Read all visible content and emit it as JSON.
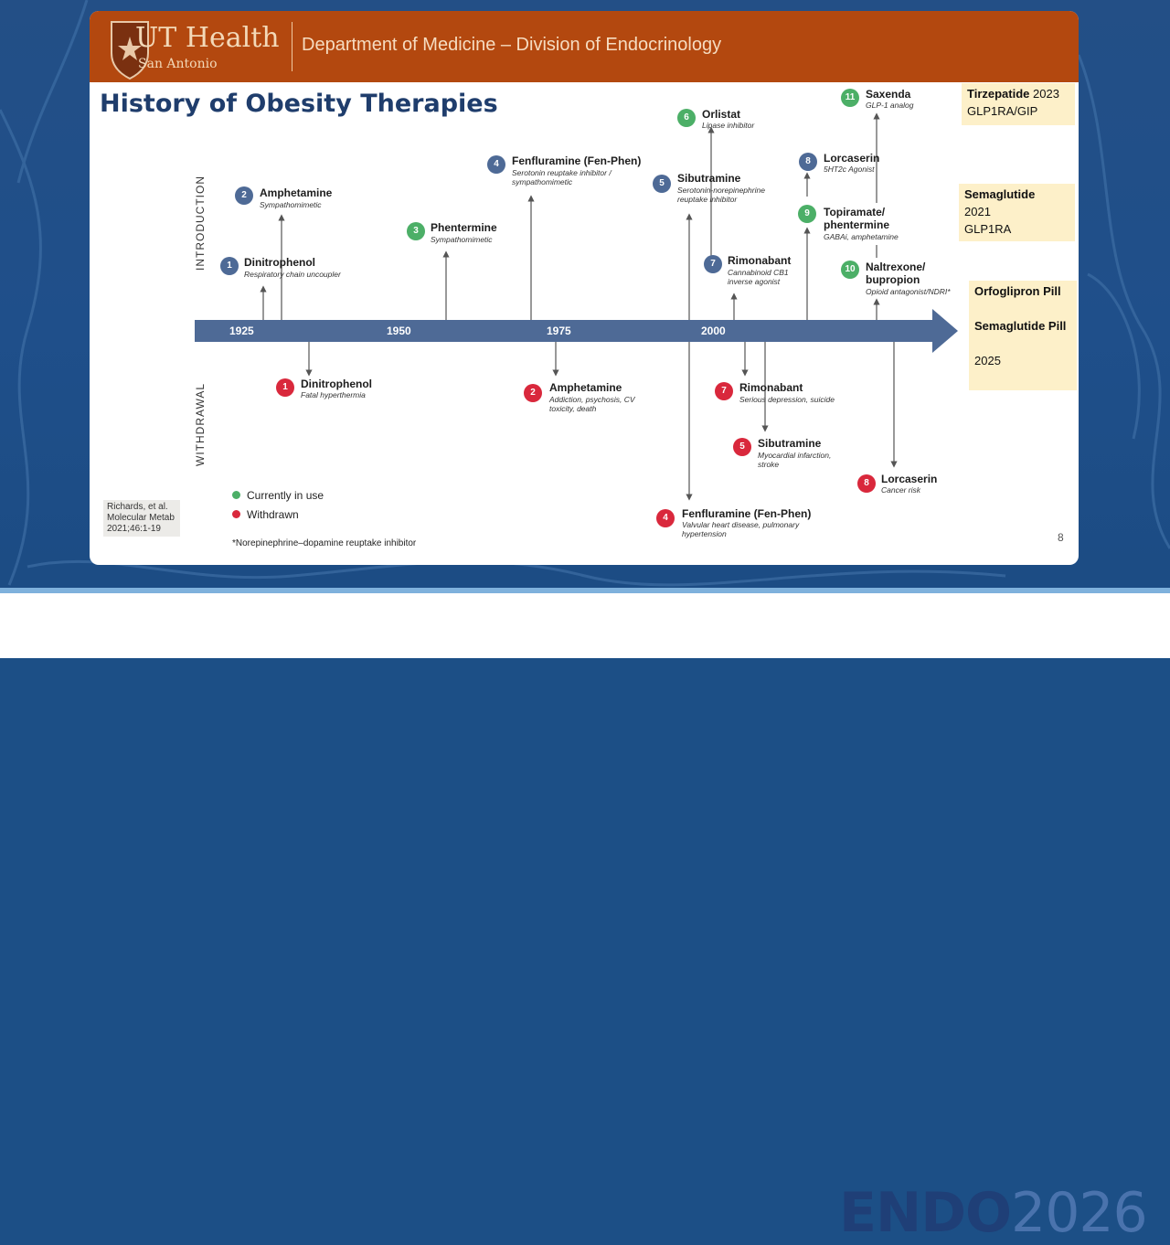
{
  "header": {
    "logo_title": "UT Health",
    "logo_sub": "San Antonio",
    "department": "Department of Medicine – Division of Endocrinology"
  },
  "slide_title": "History of Obesity Therapies",
  "axis": {
    "introduction_label": "INTRODUCTION",
    "withdrawal_label": "WITHDRAWAL",
    "years": [
      "1925",
      "1950",
      "1975",
      "2000"
    ]
  },
  "introductions": [
    {
      "num": "1",
      "name": "Dinitrophenol",
      "desc": "Respiratory chain uncoupler",
      "status": "withdrawn"
    },
    {
      "num": "2",
      "name": "Amphetamine",
      "desc": "Sympathomimetic",
      "status": "withdrawn"
    },
    {
      "num": "3",
      "name": "Phentermine",
      "desc": "Sympathomimetic",
      "status": "in-use"
    },
    {
      "num": "4",
      "name": "Fenfluramine (Fen-Phen)",
      "desc": "Serotonin reuptake inhibitor / sympathomimetic",
      "status": "withdrawn"
    },
    {
      "num": "5",
      "name": "Sibutramine",
      "desc": "Serotonin-norepinephrine reuptake inhibitor",
      "status": "withdrawn"
    },
    {
      "num": "6",
      "name": "Orlistat",
      "desc": "Lipase inhibitor",
      "status": "in-use"
    },
    {
      "num": "7",
      "name": "Rimonabant",
      "desc": "Cannabinoid CB1 inverse agonist",
      "status": "withdrawn"
    },
    {
      "num": "8",
      "name": "Lorcaserin",
      "desc": "5HT2c Agonist",
      "status": "withdrawn"
    },
    {
      "num": "9",
      "name": "Topiramate/ phentermine",
      "desc": "GABAi, amphetamine",
      "status": "in-use"
    },
    {
      "num": "10",
      "name": "Naltrexone/ bupropion",
      "desc": "Opioid antagonist/NDRI*",
      "status": "in-use"
    },
    {
      "num": "11",
      "name": "Saxenda",
      "desc": "GLP-1 analog",
      "status": "in-use"
    }
  ],
  "withdrawals": [
    {
      "num": "1",
      "name": "Dinitrophenol",
      "desc": "Fatal hyperthermia"
    },
    {
      "num": "2",
      "name": "Amphetamine",
      "desc": "Addiction, psychosis, CV toxicity, death"
    },
    {
      "num": "7",
      "name": "Rimonabant",
      "desc": "Serious depression, suicide"
    },
    {
      "num": "5",
      "name": "Sibutramine",
      "desc": "Myocardial infarction, stroke"
    },
    {
      "num": "4",
      "name": "Fenfluramine (Fen-Phen)",
      "desc": "Valvular heart disease, pulmonary hypertension"
    },
    {
      "num": "8",
      "name": "Lorcaserin",
      "desc": "Cancer risk"
    }
  ],
  "notes": {
    "tirzepatide_name": "Tirzepatide",
    "tirzepatide_year": "2023",
    "tirzepatide_class": "GLP1RA/GIP",
    "semaglutide_name": "Semaglutide",
    "semaglutide_year": "2021",
    "semaglutide_class": "GLP1RA",
    "orfoglipron": "Orfoglipron Pill",
    "semaglutide_pill": "Semaglutide Pill",
    "pill_year": "2025"
  },
  "legend": {
    "in_use": "Currently in use",
    "withdrawn": "Withdrawn",
    "in_use_color": "#4caf67",
    "withdrawn_color": "#d9283c",
    "intro_color": "#4e6a96"
  },
  "citation": "Richards, et al. Molecular Metab 2021;46:1-19",
  "footnote": "*Norepinephrine–dopamine reuptake inhibitor",
  "page_number": "8",
  "conference": {
    "brand": "ENDO",
    "year": "2026"
  }
}
